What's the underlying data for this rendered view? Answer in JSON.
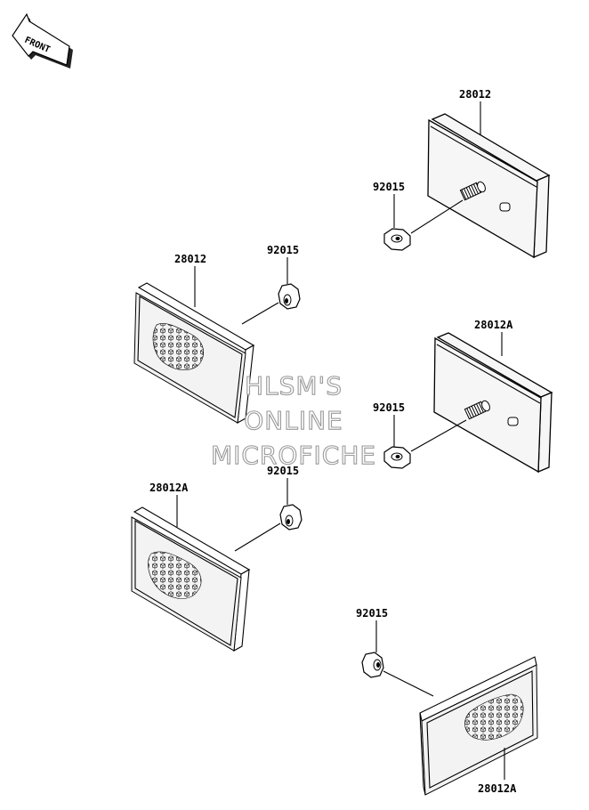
{
  "front_arrow": {
    "label": "FRONT"
  },
  "watermark": {
    "line1": "HLSM'S",
    "line2": "ONLINE",
    "line3": "MICROFICHE"
  },
  "parts": [
    {
      "part_number": "28012"
    },
    {
      "part_number": "92015"
    },
    {
      "part_number": "28012"
    },
    {
      "part_number": "92015"
    },
    {
      "part_number": "28012A"
    },
    {
      "part_number": "92015"
    },
    {
      "part_number": "28012A"
    },
    {
      "part_number": "92015"
    },
    {
      "part_number": "92015"
    },
    {
      "part_number": "28012A"
    }
  ]
}
